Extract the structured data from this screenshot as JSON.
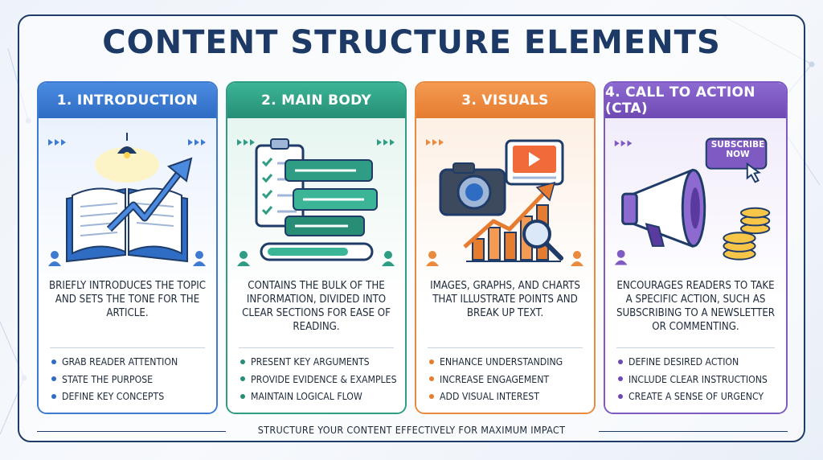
{
  "title": "CONTENT STRUCTURE ELEMENTS",
  "cards": [
    {
      "heading": "1. INTRODUCTION",
      "description": "BRIEFLY INTRODUCES THE TOPIC AND SETS THE TONE FOR THE ARTICLE.",
      "bullets": [
        "GRAB READER ATTENTION",
        "STATE THE PURPOSE",
        "DEFINE KEY CONCEPTS"
      ],
      "color": "#2f6cc4"
    },
    {
      "heading": "2. MAIN BODY",
      "description": "CONTAINS THE BULK OF THE INFORMATION, DIVIDED INTO CLEAR SECTIONS FOR EASE OF READING.",
      "bullets": [
        "PRESENT KEY ARGUMENTS",
        "PROVIDE EVIDENCE & EXAMPLES",
        "MAINTAIN LOGICAL FLOW"
      ],
      "color": "#278e75"
    },
    {
      "heading": "3. VISUALS",
      "description": "IMAGES, GRAPHS, AND CHARTS THAT ILLUSTRATE POINTS AND BREAK UP TEXT.",
      "bullets": [
        "ENHANCE UNDERSTANDING",
        "INCREASE ENGAGEMENT",
        "ADD VISUAL INTEREST"
      ],
      "color": "#e57c2f"
    },
    {
      "heading": "4. CALL TO ACTION (CTA)",
      "description": "ENCOURAGES READERS TO TAKE A SPECIFIC ACTION, SUCH AS SUBSCRIBING TO A NEWSLETTER OR COMMENTING.",
      "bullets": [
        "DEFINE DESIRED ACTION",
        "INCLUDE CLEAR INSTRUCTIONS",
        "CREATE A SENSE OF URGENCY"
      ],
      "color": "#6f49b3",
      "badge": "SUBSCRIBE NOW"
    }
  ],
  "footer": "STRUCTURE YOUR CONTENT EFFECTIVELY FOR MAXIMUM IMPACT",
  "icons": [
    "open-book-icon",
    "lamp-icon",
    "growth-arrow-icon",
    "checklist-icon",
    "progress-bar-icon",
    "camera-icon",
    "play-video-icon",
    "bar-chart-icon",
    "magnifier-icon",
    "megaphone-icon",
    "coins-icon",
    "cursor-hand-icon"
  ]
}
